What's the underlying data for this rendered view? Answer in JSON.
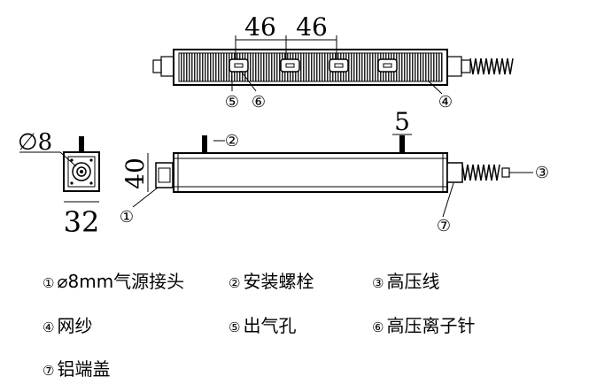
{
  "diagram": {
    "top_view": {
      "dimension_1": "46",
      "dimension_2": "46",
      "callouts": [
        "⑤",
        "⑥",
        "④"
      ]
    },
    "end_view": {
      "diameter_label": "∅8",
      "width_label": "32"
    },
    "side_view": {
      "height_label": "40",
      "bolt_label": "5",
      "callouts": [
        "①",
        "②",
        "③",
        "⑦"
      ]
    }
  },
  "legend": [
    {
      "num": "①",
      "text": "⌀8mm气源接头"
    },
    {
      "num": "②",
      "text": "安装螺栓"
    },
    {
      "num": "③",
      "text": "高压线"
    },
    {
      "num": "④",
      "text": "网纱"
    },
    {
      "num": "⑤",
      "text": "出气孔"
    },
    {
      "num": "⑥",
      "text": "高压离子针"
    },
    {
      "num": "⑦",
      "text": "铝端盖"
    }
  ]
}
